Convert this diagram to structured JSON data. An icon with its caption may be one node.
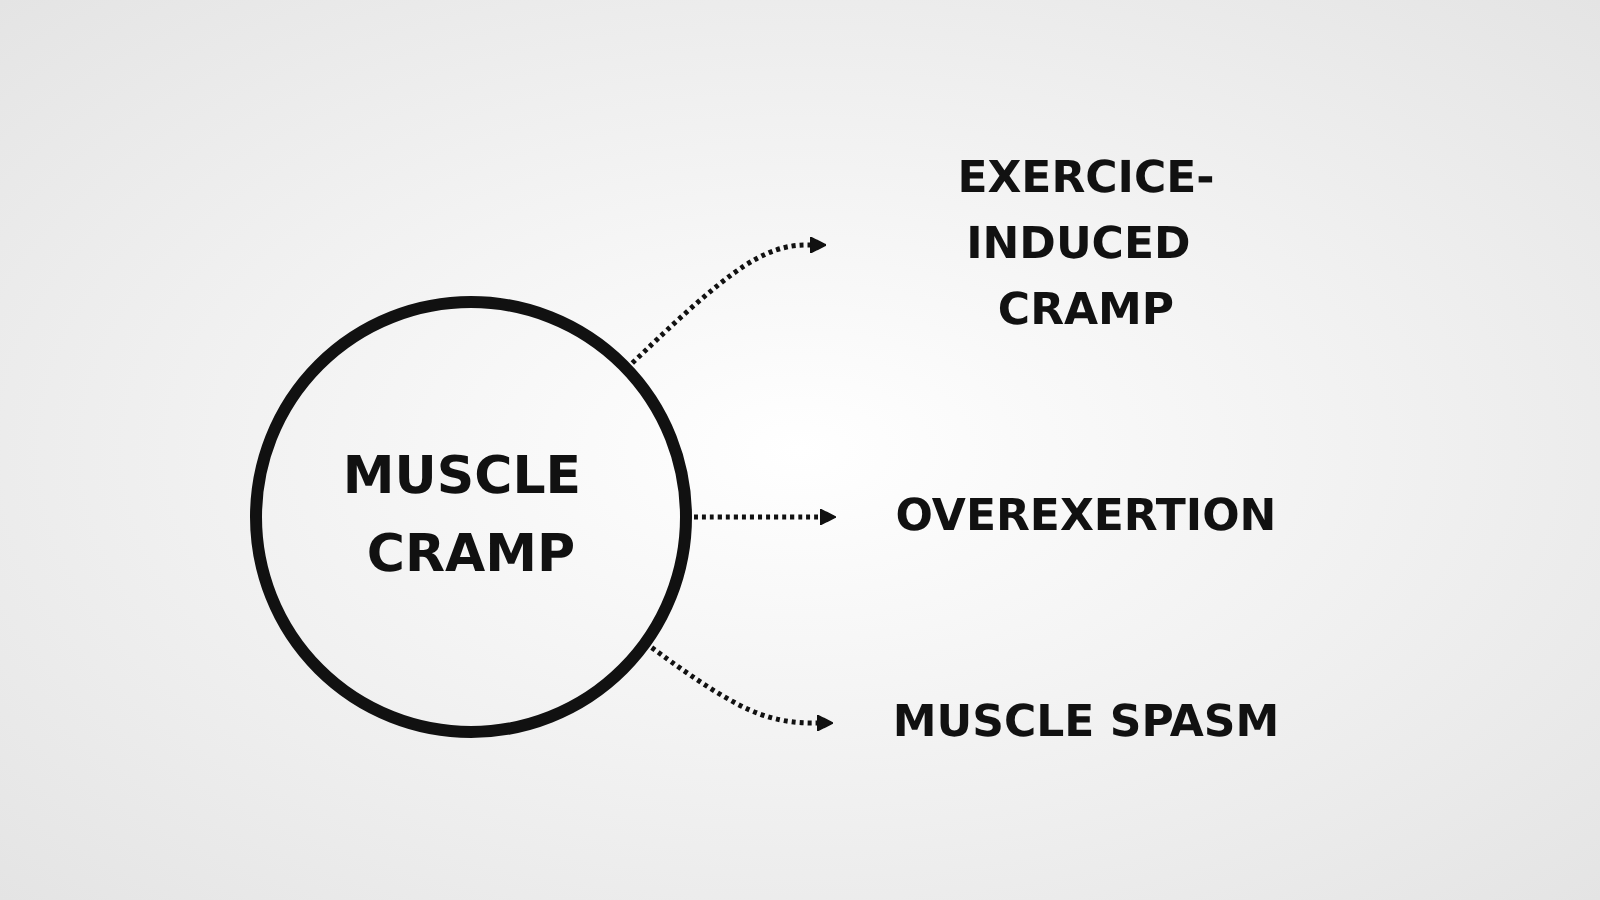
{
  "diagram": {
    "nodes": [
      {
        "text": [
          "MUSCLE CRAMP"
        ]
      },
      {
        "text": [
          "EXERCICE-INDUCED CRAMP"
        ]
      },
      {
        "text": [
          "OVEREXERTION"
        ]
      },
      {
        "text": [
          "MUSCLE SPASM"
        ]
      }
    ],
    "edges": [
      {
        "from": 0,
        "to": 1,
        "arrow": "to",
        "style": "dashed"
      },
      {
        "from": 0,
        "to": 2,
        "arrow": "to",
        "style": "dashed"
      },
      {
        "from": 0,
        "to": 3,
        "arrow": "to",
        "style": "dashed"
      }
    ]
  }
}
